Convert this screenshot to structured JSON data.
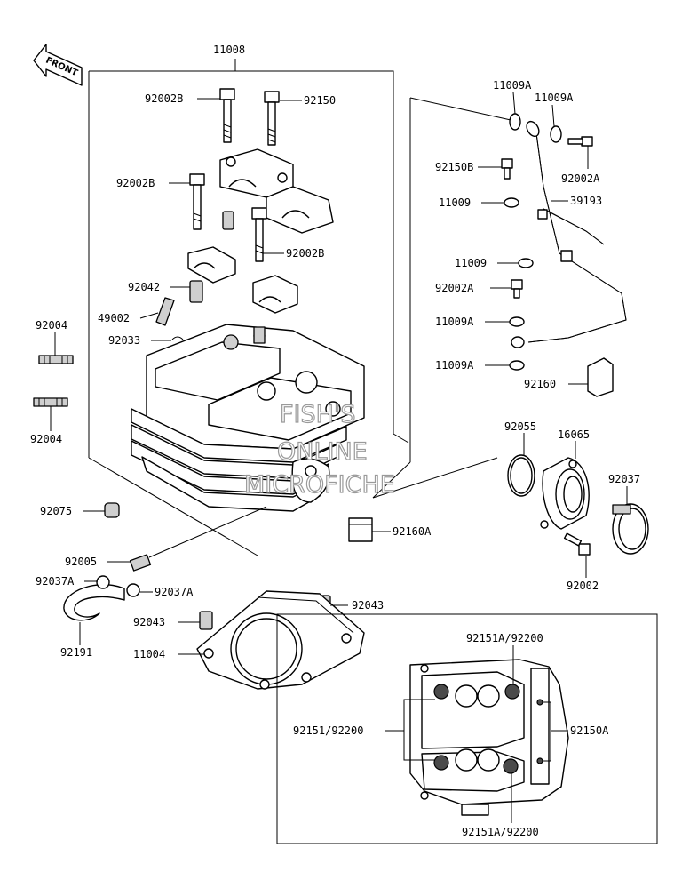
{
  "front_badge": "FRONT",
  "watermark": [
    "FISH'S",
    "ONLINE",
    "MICROFICHE"
  ],
  "labels": {
    "p11008": "11008",
    "p92002B_1": "92002B",
    "p92150": "92150",
    "p92002B_2": "92002B",
    "p92002B_3": "92002B",
    "p92042": "92042",
    "p49002": "49002",
    "p92033": "92033",
    "p92004_top": "92004",
    "p92004_bot": "92004",
    "p92075": "92075",
    "p92005": "92005",
    "p92037A_left": "92037A",
    "p92037A_right": "92037A",
    "p92191": "92191",
    "p92043_left": "92043",
    "p92043_right": "92043",
    "p11004": "11004",
    "p92160A": "92160A",
    "p11009A_1": "11009A",
    "p11009A_2": "11009A",
    "p92150B": "92150B",
    "p92002A_1": "92002A",
    "p39193": "39193",
    "p11009_1": "11009",
    "p11009_2": "11009",
    "p92002A_2": "92002A",
    "p11009A_3": "11009A",
    "p11009A_4": "11009A",
    "p92160": "92160",
    "p92055": "92055",
    "p16065": "16065",
    "p92037": "92037",
    "p92002": "92002",
    "inset_92151A_top": "92151A/92200",
    "inset_92151": "92151/92200",
    "inset_92150A": "92150A",
    "inset_92151A_bot": "92151A/92200"
  }
}
